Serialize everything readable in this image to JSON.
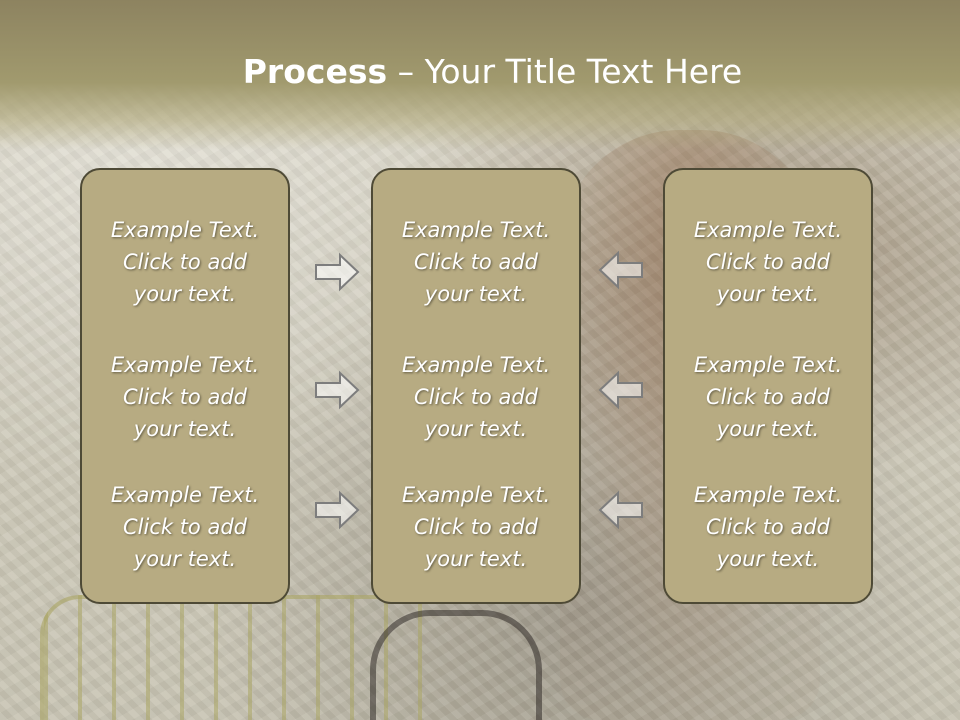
{
  "slide": {
    "title_bold": "Process",
    "title_rest": " – Your Title Text Here"
  },
  "columns": [
    {
      "items": [
        {
          "text": "Example Text.\nClick  to add\nyour text."
        },
        {
          "text": "Example Text.\nClick  to add\nyour text."
        },
        {
          "text": "Example Text.\nClick  to add\nyour text."
        }
      ]
    },
    {
      "items": [
        {
          "text": "Example Text.\nClick  to add\nyour text."
        },
        {
          "text": "Example Text.\nClick  to add\nyour text."
        },
        {
          "text": "Example Text.\nClick  to add\nyour text."
        }
      ]
    },
    {
      "items": [
        {
          "text": "Example Text.\nClick  to add\nyour text."
        },
        {
          "text": "Example Text.\nClick  to add\nyour text."
        },
        {
          "text": "Example Text.\nClick  to add\nyour text."
        }
      ]
    }
  ],
  "arrows": {
    "left_group": [
      "arrow-right-icon",
      "arrow-right-icon",
      "arrow-right-icon"
    ],
    "right_group": [
      "arrow-left-icon",
      "arrow-left-icon",
      "arrow-left-icon"
    ]
  },
  "colors": {
    "header": "#a19a6e",
    "box_fill": "#b7ab82",
    "box_border": "#4e4a36",
    "text": "#ffffff"
  }
}
